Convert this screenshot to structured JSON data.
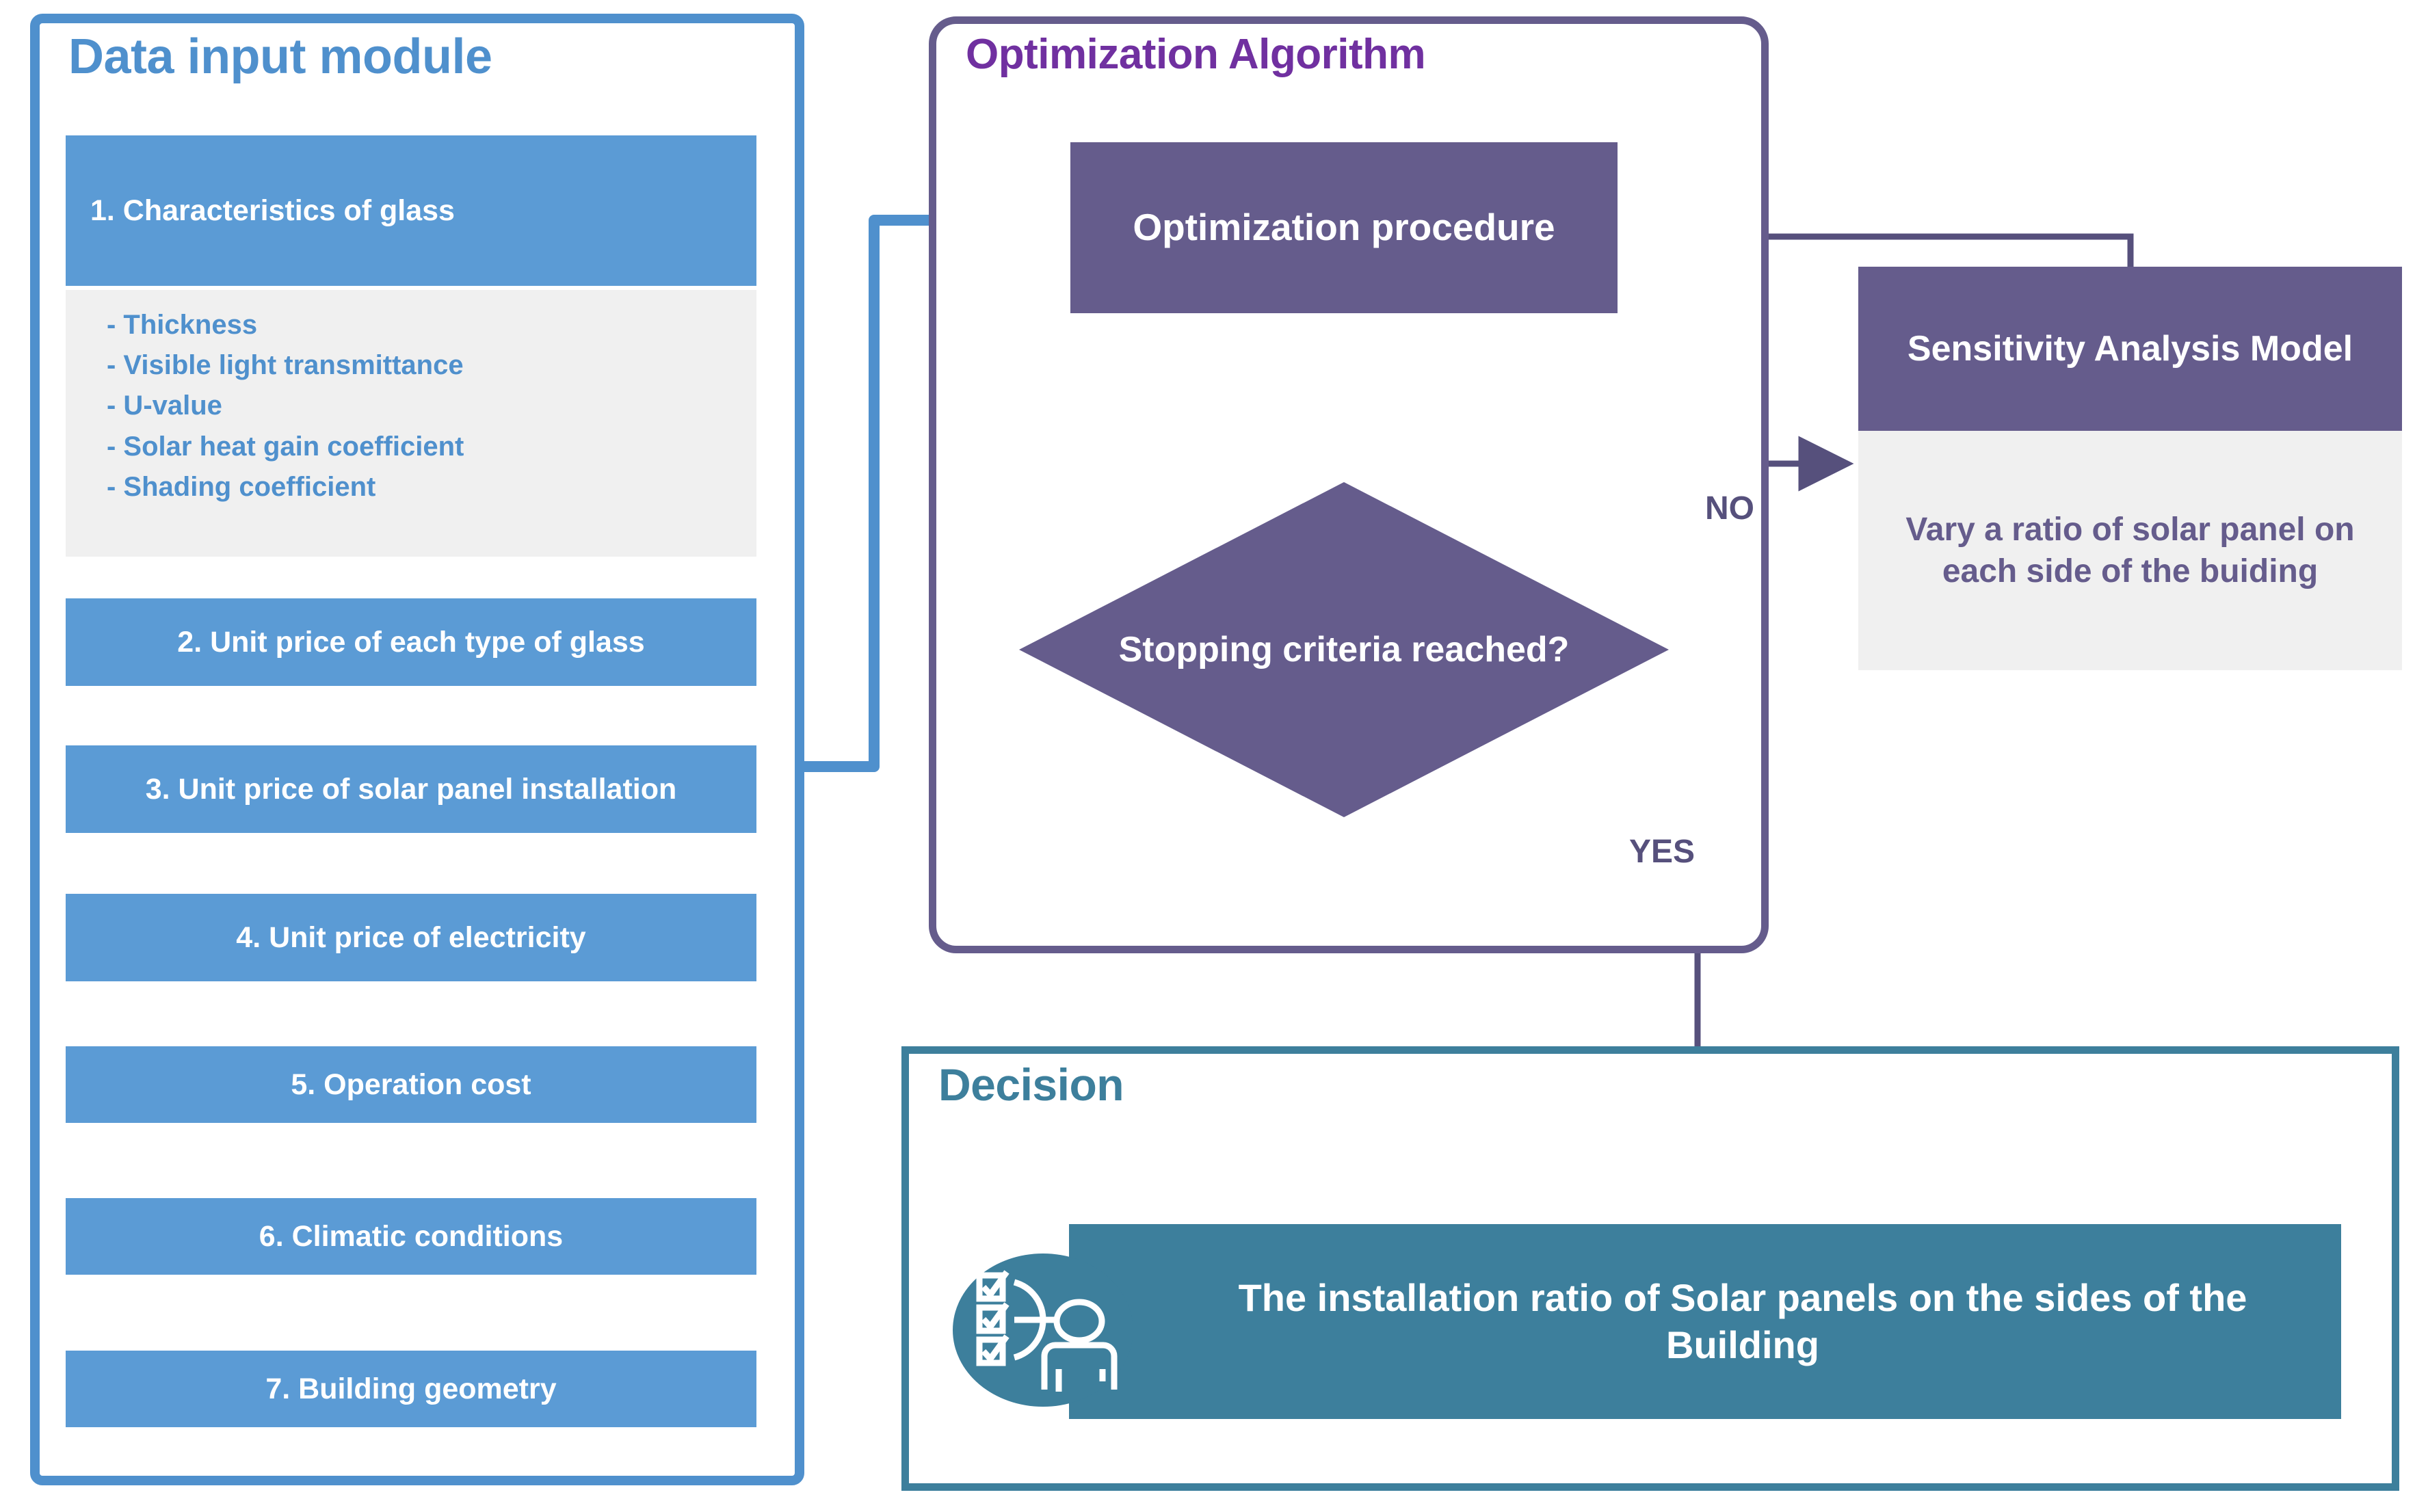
{
  "panels": {
    "data_input": {
      "title": "Data input module",
      "border_color": "#4F90CD"
    },
    "optimization": {
      "title": "Optimization Algorithm",
      "title_color": "#7030A0",
      "border_color": "#655C8C"
    },
    "decision": {
      "title": "Decision",
      "border_color": "#3D7F9C"
    }
  },
  "data_input": {
    "items": [
      {
        "label": "1. Characteristics of glass"
      },
      {
        "label": "2. Unit price of each type of glass"
      },
      {
        "label": "3. Unit price of solar panel installation"
      },
      {
        "label": "4. Unit price of electricity"
      },
      {
        "label": "5. Operation cost"
      },
      {
        "label": "6. Climatic conditions"
      },
      {
        "label": "7. Building geometry"
      }
    ],
    "glass_properties": [
      "- Thickness",
      "- Visible light transmittance",
      "- U-value",
      "- Solar heat gain coefficient",
      "- Shading coefficient"
    ]
  },
  "optimization": {
    "process_box": "Optimization procedure",
    "decision_diamond": "Stopping criteria reached?",
    "edge_no": "NO",
    "edge_yes": "YES"
  },
  "sensitivity": {
    "header": "Sensitivity Analysis Model",
    "body": "Vary a ratio of solar panel on each side of the buiding"
  },
  "decision": {
    "result": "The installation ratio of Solar panels on the sides of the Building",
    "icon": "checklist-person-icon"
  },
  "colors": {
    "blue": "#5B9BD5",
    "blue_border": "#4F90CD",
    "purple": "#655C8C",
    "purple_title": "#7030A0",
    "teal": "#3D7F9C",
    "light_gray": "#F0F0F0"
  }
}
